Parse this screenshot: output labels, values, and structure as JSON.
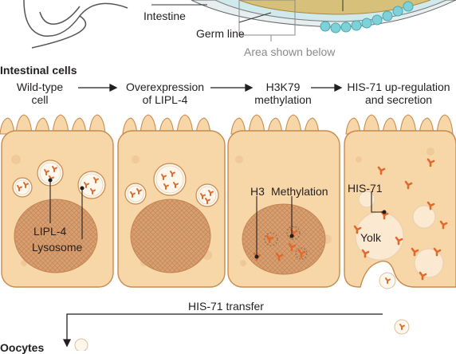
{
  "top": {
    "intestine_label": "Intestine",
    "germline_label": "Germ line",
    "area_label": "Area shown below"
  },
  "section_title": "Intestinal cells",
  "steps": [
    {
      "line1": "Wild-type",
      "line2": "cell"
    },
    {
      "line1": "Overexpression",
      "line2": "of LIPL-4"
    },
    {
      "line1": "H3K79",
      "line2": "methylation"
    },
    {
      "line1": "HIS-71 up-regulation",
      "line2": "and secretion"
    }
  ],
  "cell_labels": {
    "lipl4": "LIPL-4",
    "lysosome": "Lysosome",
    "h3": "H3",
    "methylation": "Methylation",
    "his71": "HIS-71",
    "yolk": "Yolk"
  },
  "transfer_label": "HIS-71 transfer",
  "oocytes_label": "Oocytes",
  "colors": {
    "cell_fill": "#f7d7a8",
    "cell_stroke": "#c88a4e",
    "nucleus": "#d59a6a",
    "nucleus_pattern": "#c5834f",
    "protein": "#e06a2c",
    "teal": "#7fd1d8"
  }
}
